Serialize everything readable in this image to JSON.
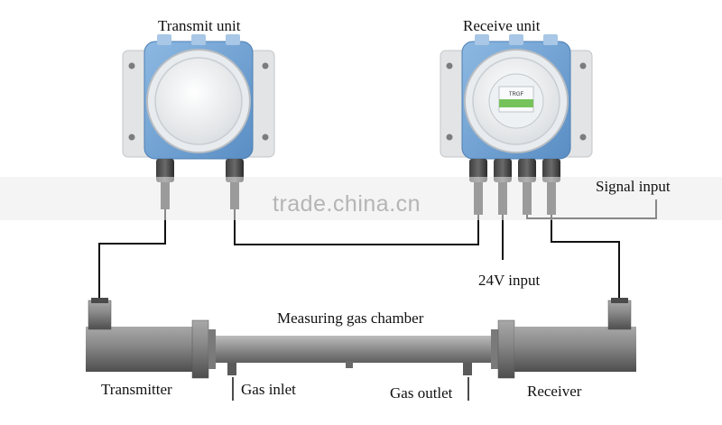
{
  "labels": {
    "transmit_unit": "Transmit unit",
    "receive_unit": "Receive unit",
    "signal_input": "Signal input",
    "input_24v": "24V input",
    "measuring_chamber": "Measuring gas chamber",
    "transmitter": "Transmitter",
    "gas_inlet": "Gas inlet",
    "gas_outlet": "Gas outlet",
    "receiver": "Receiver"
  },
  "display": {
    "screen_text": "TRGF"
  },
  "watermark": {
    "text": "trade.china.cn"
  },
  "colors": {
    "housing_blue": "#6fa2d4",
    "cover_white": "#f4f5f6",
    "pipe_gray": "#8e8e8e",
    "display_green": "#76c35b",
    "wire": "#111111"
  }
}
